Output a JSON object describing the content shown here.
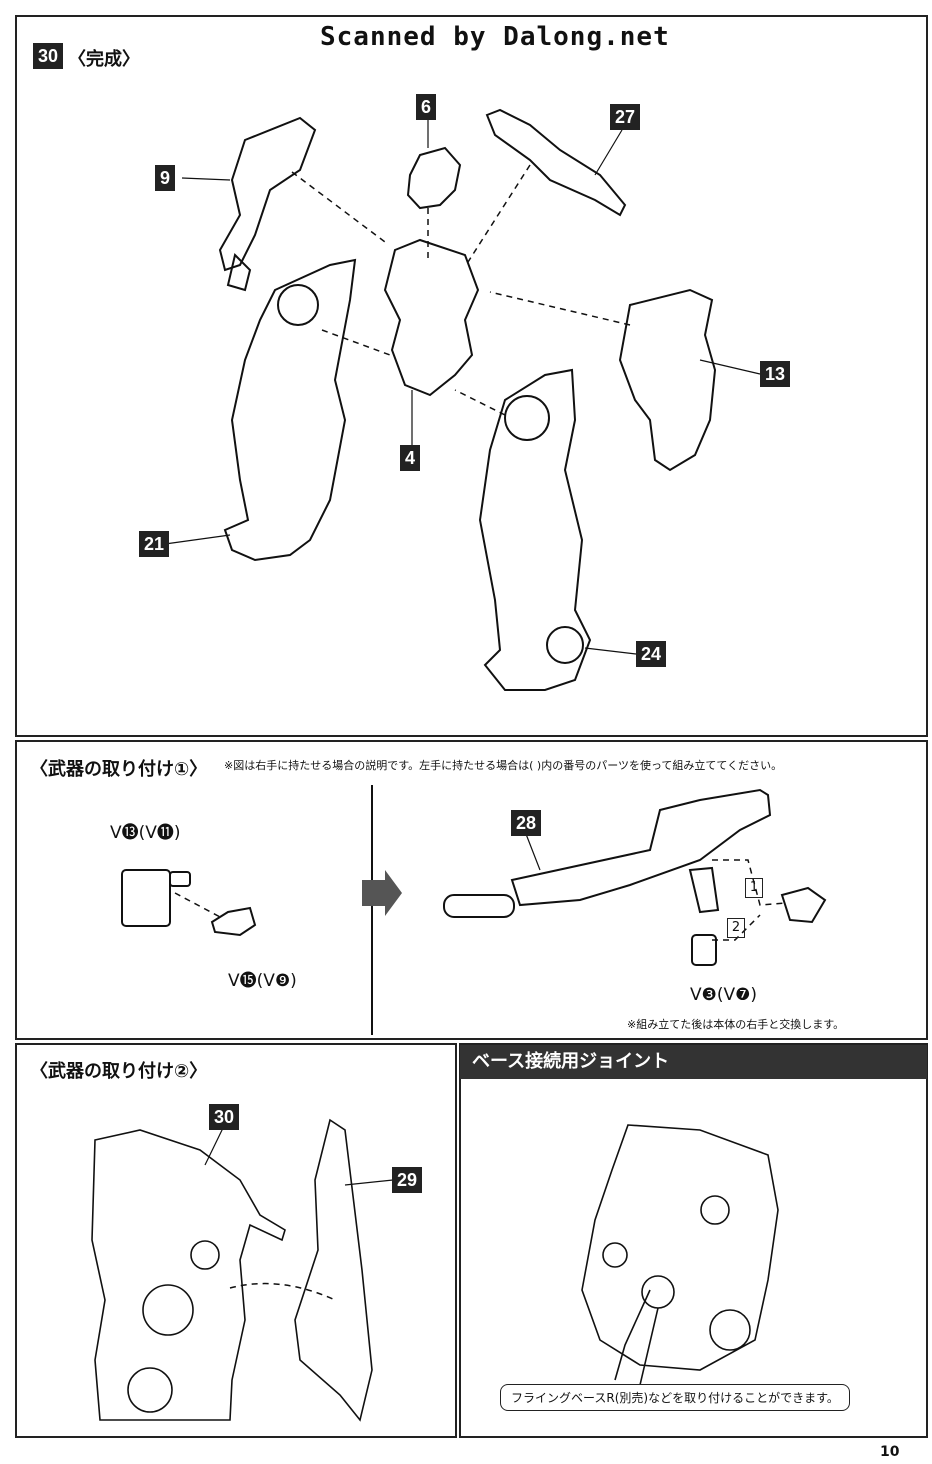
{
  "watermark": "Scanned by Dalong.net",
  "step": {
    "number": "30",
    "title": "〈完成〉"
  },
  "part_tags": {
    "p6": "6",
    "p27": "27",
    "p9": "9",
    "p13": "13",
    "p4": "4",
    "p21": "21",
    "p24": "24",
    "p28": "28",
    "p30": "30",
    "p29": "29"
  },
  "weapon1": {
    "title": "〈武器の取り付け①〉",
    "note": "※図は右手に持たせる場合の説明です。左手に持たせる場合は( )内の番号のパーツを使って組み立ててください。",
    "part_a": "V⓭(V⓫)",
    "part_b": "V⓯(V❾)",
    "part_c": "V❸(V❼)",
    "step1": "1",
    "step2": "2",
    "bottom_note": "※組み立てた後は本体の右手と交換します。"
  },
  "weapon2": {
    "title": "〈武器の取り付け②〉"
  },
  "base_joint": {
    "title": "ベース接続用ジョイント",
    "callout": "フライングベースR(別売)などを取り付けることができます。"
  },
  "page_number": "10"
}
